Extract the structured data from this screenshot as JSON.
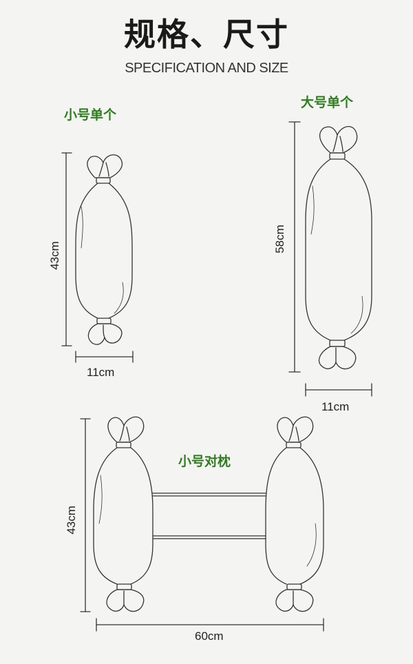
{
  "header": {
    "title": "规格、尺寸",
    "subtitle": "SPECIFICATION AND SIZE"
  },
  "variants": {
    "small_single": {
      "label": "小号单个",
      "height": "43cm",
      "width": "11cm"
    },
    "large_single": {
      "label": "大号单个",
      "height": "58cm",
      "width": "11cm"
    },
    "small_pair": {
      "label": "小号对枕",
      "height": "43cm",
      "width": "60cm"
    }
  },
  "colors": {
    "label_green": "#2f7d1f",
    "line": "#333333",
    "background": "#f4f4f2"
  }
}
